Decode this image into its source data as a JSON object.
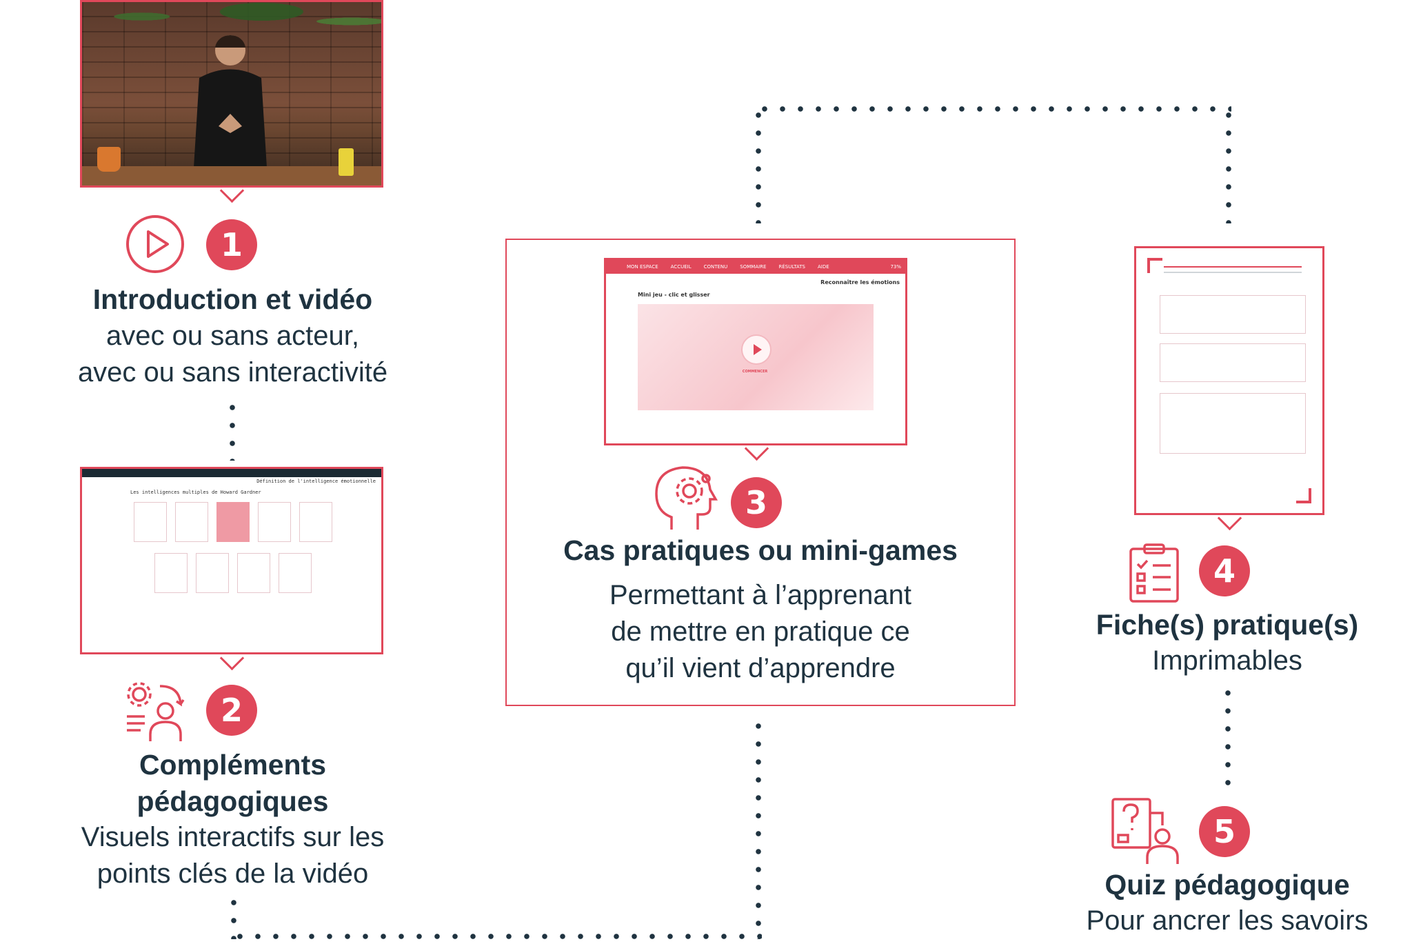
{
  "colors": {
    "accent": "#e0485a",
    "text": "#1f3340"
  },
  "steps": [
    {
      "number": "1",
      "title": "Introduction et vidéo",
      "subtitle_lines": [
        "avec ou sans acteur,",
        "avec ou sans interactivité"
      ],
      "icon": "play-circle-icon"
    },
    {
      "number": "2",
      "title_lines": [
        "Compléments",
        "pédagogiques"
      ],
      "subtitle_lines": [
        "Visuels interactifs sur les",
        "points clés de la vidéo"
      ],
      "icon": "gear-user-icon"
    },
    {
      "number": "3",
      "title": "Cas pratiques ou mini-games",
      "subtitle_lines": [
        "Permettant à l’apprenant",
        "de mettre en pratique ce",
        "qu’il vient d’apprendre"
      ],
      "icon": "head-gear-icon"
    },
    {
      "number": "4",
      "title": "Fiche(s) pratique(s)",
      "subtitle_lines": [
        "Imprimables"
      ],
      "icon": "clipboard-checklist-icon"
    },
    {
      "number": "5",
      "title": "Quiz pédagogique",
      "subtitle_lines": [
        "Pour ancrer les savoirs"
      ],
      "icon": "quiz-user-icon"
    }
  ],
  "screens": {
    "step2": {
      "heading": "Définition de l'intelligence émotionnelle",
      "subheading": "Les intelligences multiples de Howard Gardner"
    },
    "step3": {
      "nav": [
        "MON ESPACE",
        "ACCUEIL",
        "CONTENU",
        "SOMMAIRE",
        "RÉSULTATS",
        "AIDE"
      ],
      "progress": "73%",
      "page_title": "Reconnaître les émotions",
      "activity": "Mini jeu - clic et glisser",
      "start": "COMMENCER"
    }
  }
}
